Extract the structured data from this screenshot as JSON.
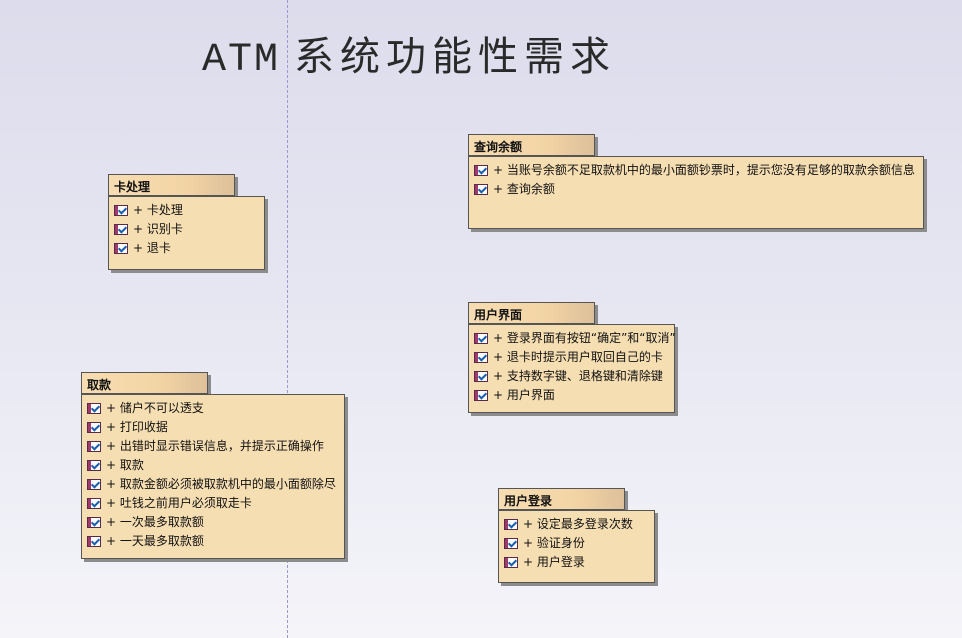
{
  "diagram": {
    "title_prefix": "ATM",
    "title_main": "系统功能性需求",
    "packages": [
      {
        "name": "查询余额",
        "items": [
          "+ 当账号余额不足取款机中的最小面额钞票时，提示您没有足够的取款余额信息",
          "+ 查询余额"
        ]
      },
      {
        "name": "卡处理",
        "items": [
          "+ 卡处理",
          "+ 识别卡",
          "+ 退卡"
        ]
      },
      {
        "name": "用户界面",
        "items": [
          "+ 登录界面有按钮“确定”和“取消”",
          "+ 退卡时提示用户取回自己的卡",
          "+ 支持数字键、退格键和清除键",
          "+ 用户界面"
        ]
      },
      {
        "name": "取款",
        "items": [
          "+ 储户不可以透支",
          "+ 打印收据",
          "+ 出错时显示错误信息，并提示正确操作",
          "+ 取款",
          "+ 取款金额必须被取款机中的最小面额除尽",
          "+ 吐钱之前用户必须取走卡",
          "+ 一次最多取款额",
          "+ 一天最多取款额"
        ]
      },
      {
        "name": "用户登录",
        "items": [
          "+ 设定最多登录次数",
          "+ 验证身份",
          "+ 用户登录"
        ]
      }
    ]
  }
}
